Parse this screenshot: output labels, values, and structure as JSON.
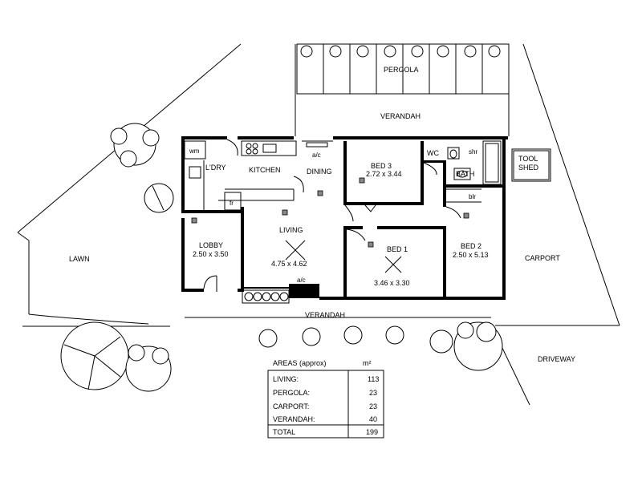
{
  "rooms": {
    "pergola": "PERGOLA",
    "verandah_top": "VERANDAH",
    "tool_shed_line1": "TOOL",
    "tool_shed_line2": "SHED",
    "wm": "wm",
    "laundry": "L'DRY",
    "kitchen": "KITCHEN",
    "fridge": "fr",
    "dining": "DINING",
    "ac_top": "a/c",
    "bed3": "BED 3",
    "bed3_size": "2.72 x 3.44",
    "wc": "WC",
    "shower": "shr",
    "bath": "BATH",
    "bir": "blr",
    "living": "LIVING",
    "living_size": "4.75 x 4.62",
    "ac_bottom": "a/c",
    "lobby": "LOBBY",
    "lobby_size": "2.50 x 3.50",
    "bed1": "BED 1",
    "bed1_size": "3.46 x 3.30",
    "bed2": "BED 2",
    "bed2_size": "2.50 x 5.13",
    "carport": "CARPORT",
    "lawn": "LAWN",
    "verandah_bottom": "VERANDAH",
    "driveway": "DRIVEWAY"
  },
  "areas": {
    "heading": "AREAS (approx)",
    "unit": "m²",
    "rows": [
      {
        "label": "LIVING:",
        "value": "113"
      },
      {
        "label": "PERGOLA:",
        "value": "23"
      },
      {
        "label": "CARPORT:",
        "value": "23"
      },
      {
        "label": "VERANDAH:",
        "value": "40"
      }
    ],
    "total_label": "TOTAL",
    "total_value": "199"
  }
}
